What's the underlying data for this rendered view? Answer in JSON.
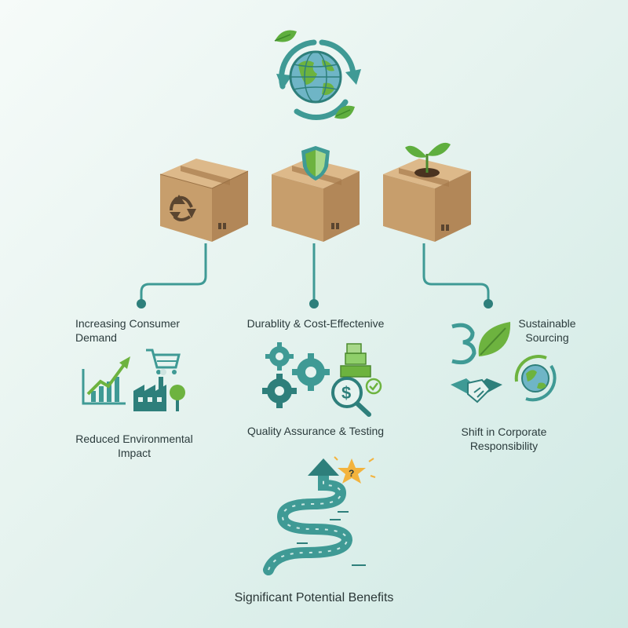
{
  "colors": {
    "teal": "#3f9a95",
    "dark_teal": "#2e7f7b",
    "green": "#6db33f",
    "leaf_green": "#5fae3e",
    "box_brown": "#c79e6c",
    "star_yellow": "#f3b33d"
  },
  "icons": {
    "top": "globe-recycle-icon",
    "box1_symbol": "recycle-icon",
    "box2_symbol": "shield-icon",
    "box3_symbol": "sprout-icon",
    "left_cluster": [
      "growth-chart-icon",
      "shopping-cart-icon",
      "factory-icon",
      "tree-icon"
    ],
    "middle_cluster": [
      "gears-icon",
      "money-magnifier-icon",
      "stacked-boxes-icon",
      "checkmark-icon"
    ],
    "right_cluster": [
      "number-three-icon",
      "leaf-icon",
      "handshake-icon",
      "globe-cycle-icon"
    ],
    "bottom": "winding-road-arrow-icon"
  },
  "branches": [
    {
      "top_label": "Increasing Consumer Demand",
      "bottom_label": "Reduced Environmental Impact"
    },
    {
      "top_label": "Durablity & Cost-Effectenive",
      "bottom_label": "Quality Assurance & Testing"
    },
    {
      "top_label": "Sustainable Sourcing",
      "bottom_label": "Shift in Corporate Responsibility"
    }
  ],
  "footer": {
    "title": "Significant Potential Benefits"
  }
}
